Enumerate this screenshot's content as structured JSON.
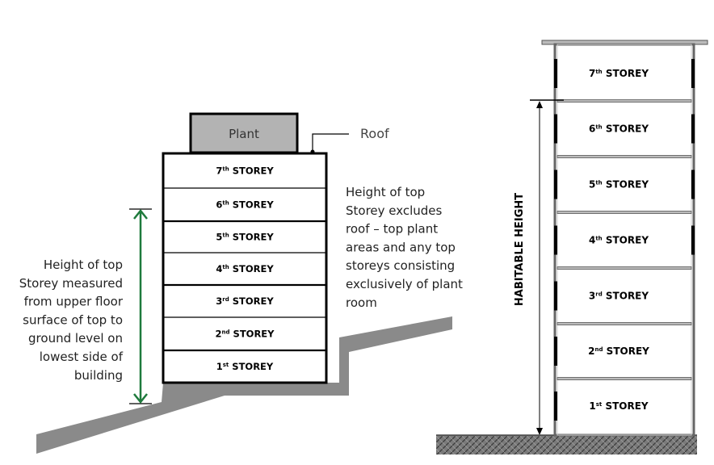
{
  "left_diagram": {
    "plant_label": "Plant",
    "roof_label": "Roof",
    "storeys": [
      {
        "num": "7",
        "suffix": "th",
        "word": "STOREY"
      },
      {
        "num": "6",
        "suffix": "th",
        "word": "STOREY"
      },
      {
        "num": "5",
        "suffix": "th",
        "word": "STOREY"
      },
      {
        "num": "4",
        "suffix": "th",
        "word": "STOREY"
      },
      {
        "num": "3",
        "suffix": "rd",
        "word": "STOREY"
      },
      {
        "num": "2",
        "suffix": "nd",
        "word": "STOREY"
      },
      {
        "num": "1",
        "suffix": "st",
        "word": "STOREY"
      }
    ],
    "measure_note_lines": [
      "Height of top",
      "Storey measured",
      "from upper floor",
      "surface of top to",
      "ground level on",
      "lowest side of",
      "building"
    ],
    "exclusion_note_lines": [
      "Height of top",
      "Storey excludes",
      "roof – top plant",
      "areas and any top",
      "storeys consisting",
      "exclusively of plant",
      "room"
    ],
    "colors": {
      "plant_fill": "#b3b3b3",
      "ground_fill": "#8a8a8a",
      "arrow": "#1e7a3c"
    }
  },
  "right_diagram": {
    "habitable_label": "HABITABLE HEIGHT",
    "storeys": [
      {
        "num": "7",
        "suffix": "th",
        "word": "STOREY"
      },
      {
        "num": "6",
        "suffix": "th",
        "word": "STOREY"
      },
      {
        "num": "5",
        "suffix": "th",
        "word": "STOREY"
      },
      {
        "num": "4",
        "suffix": "th",
        "word": "STOREY"
      },
      {
        "num": "3",
        "suffix": "rd",
        "word": "STOREY"
      },
      {
        "num": "2",
        "suffix": "nd",
        "word": "STOREY"
      },
      {
        "num": "1",
        "suffix": "st",
        "word": "STOREY"
      }
    ],
    "colors": {
      "ground_fill": "#6e6e6e"
    }
  }
}
